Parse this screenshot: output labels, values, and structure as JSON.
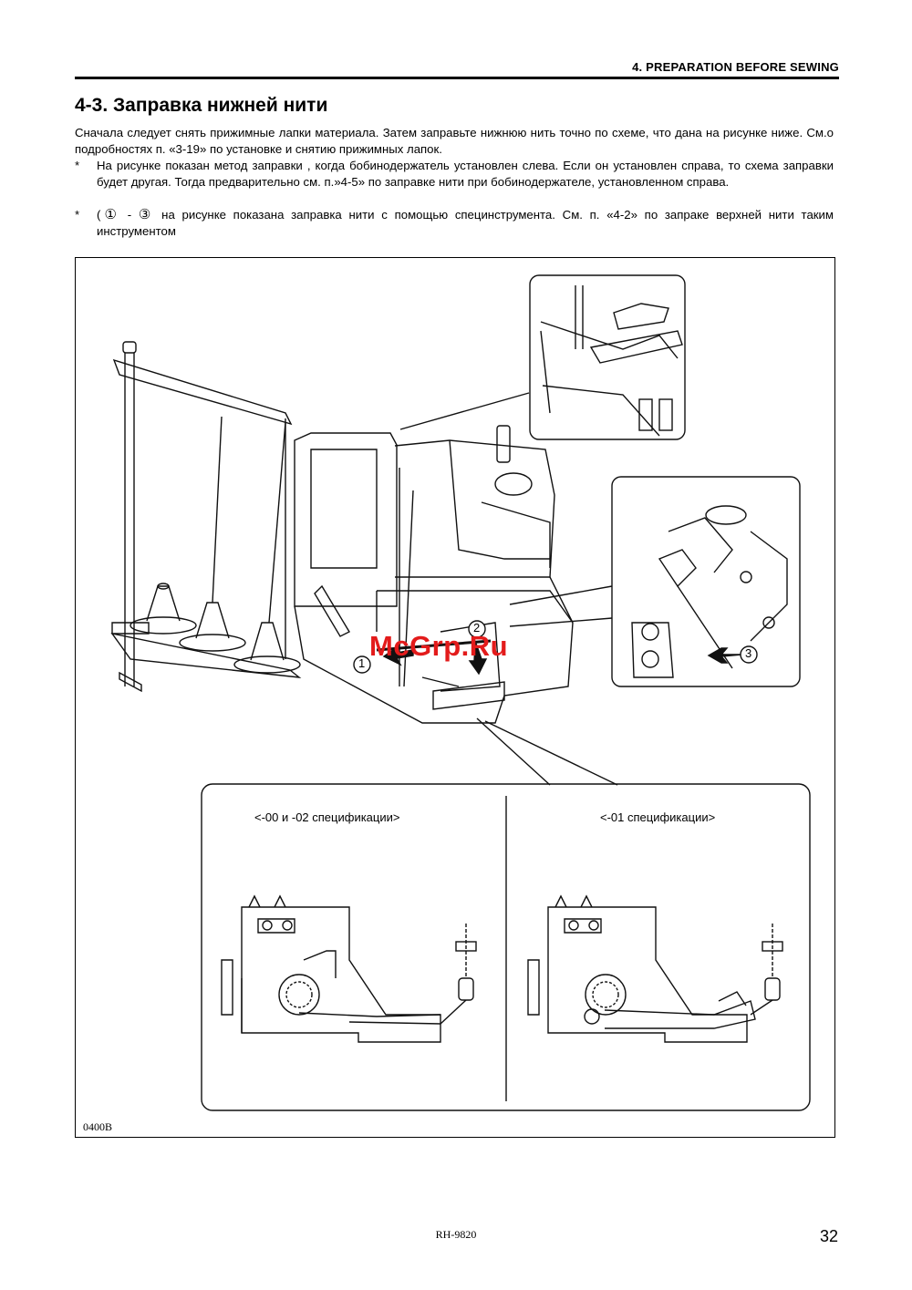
{
  "header": {
    "section": "4. PREPARATION BEFORE SEWING"
  },
  "title": "4-3. Заправка нижней нити",
  "intro": "Сначала следует снять прижимные лапки материала. Затем заправьте нижнюю нить точно по схеме, что дана на рисунке ниже.  См.о подробностях п. «3-19» по установке и снятию прижимных лапок.",
  "notes": [
    {
      "mark": "*",
      "text": "На рисунке показан метод заправки , когда бобинодержатель установлен слева. Если он установлен справа, то схема заправки будет другая. Тогда предварительно см. п.»4-5» по заправке нити при бобинодержателе, установленном справа."
    },
    {
      "mark": "*",
      "open": "(",
      "c1": "①",
      "dash": " - ",
      "c3": "③",
      "text": "  на рисунке показана заправка нити с помощью специнструмента. См. п. «4-2» по запраке верхней нити таким инструментом"
    }
  ],
  "figure": {
    "code": "0400B",
    "callouts": [
      "1",
      "2",
      "3"
    ],
    "spec_left": "<-00 и -02 спецификации>",
    "spec_right": "<-01 спецификации>",
    "watermark": "McGrp.Ru"
  },
  "footer": {
    "doc": "RH-9820",
    "page": "32"
  }
}
